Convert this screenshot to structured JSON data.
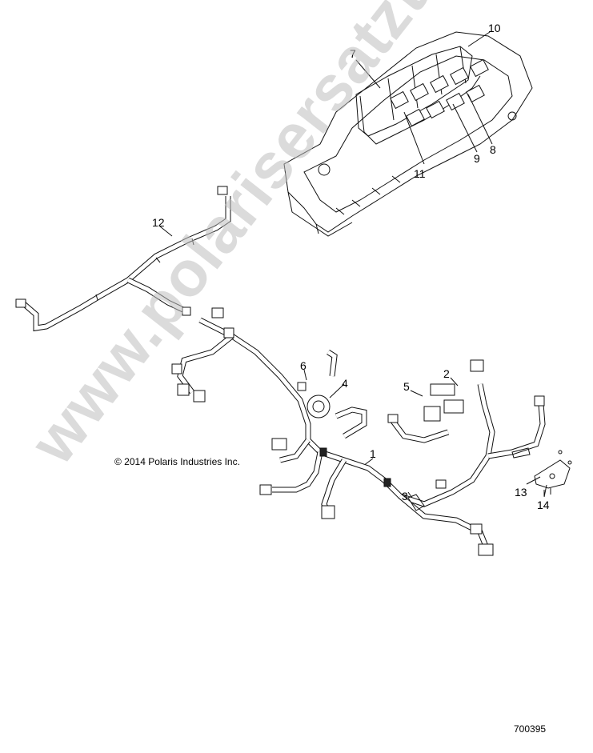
{
  "callouts": [
    {
      "id": "1",
      "label": "1"
    },
    {
      "id": "2",
      "label": "2"
    },
    {
      "id": "3",
      "label": "3"
    },
    {
      "id": "4",
      "label": "4"
    },
    {
      "id": "5",
      "label": "5"
    },
    {
      "id": "6",
      "label": "6"
    },
    {
      "id": "7",
      "label": "7"
    },
    {
      "id": "8",
      "label": "8"
    },
    {
      "id": "9",
      "label": "9"
    },
    {
      "id": "10",
      "label": "10"
    },
    {
      "id": "11",
      "label": "11"
    },
    {
      "id": "12",
      "label": "12"
    },
    {
      "id": "13",
      "label": "13"
    },
    {
      "id": "14",
      "label": "14"
    }
  ],
  "copyright": "© 2014 Polaris Industries Inc.",
  "document_number": "700395",
  "watermark": "www.polarisersatzteile.de",
  "colors": {
    "line": "#111111",
    "watermark": "#bebebe",
    "background": "#ffffff"
  }
}
